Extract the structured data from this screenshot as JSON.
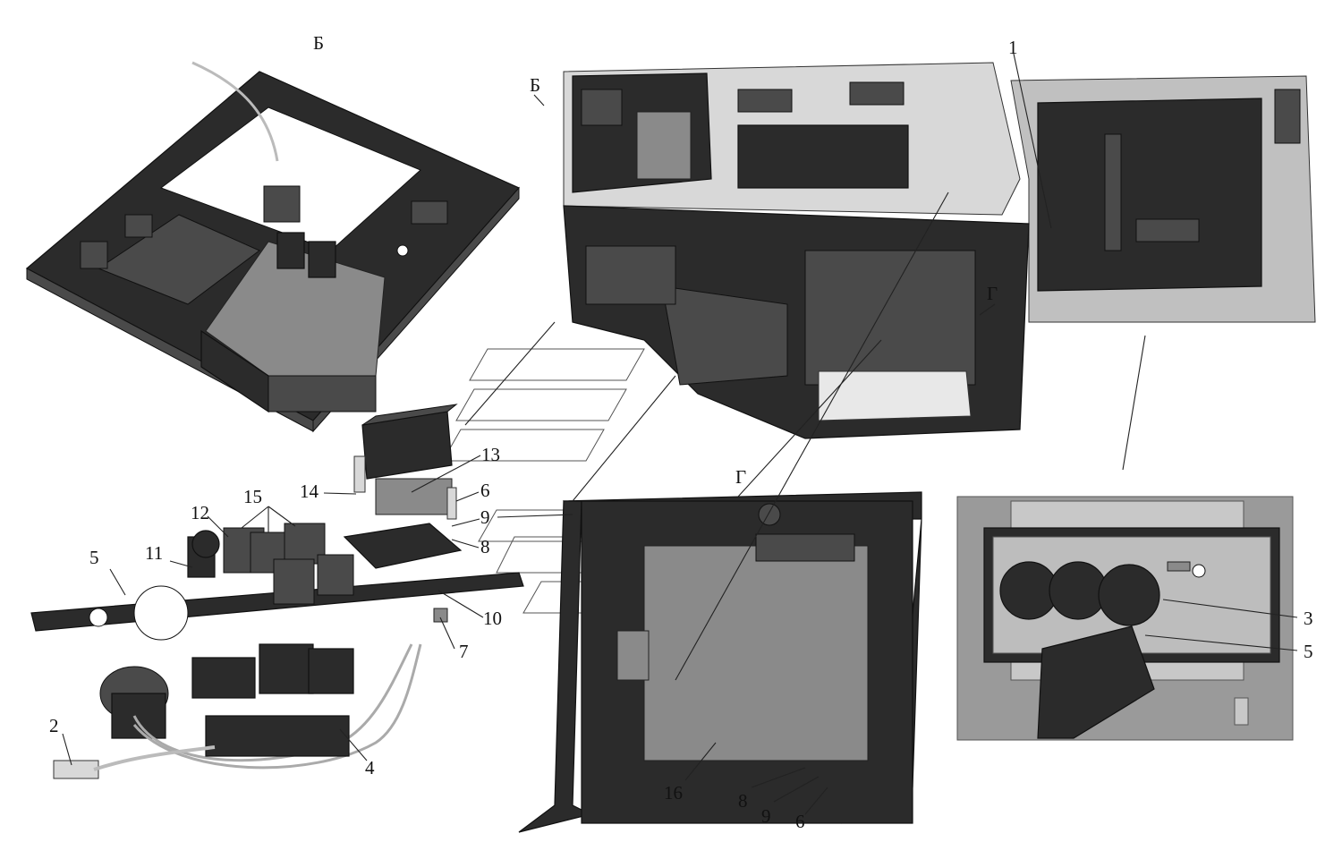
{
  "view_labels": {
    "b_top": "Б",
    "b_cab": "Б",
    "g_cab": "Г",
    "g_bracket": "Г"
  },
  "callouts": {
    "n1": "1",
    "n2": "2",
    "n3": "3",
    "n4": "4",
    "n5_left": "5",
    "n5_right": "5",
    "n6_top": "6",
    "n6_bottom": "6",
    "n7": "7",
    "n8_top": "8",
    "n8_bottom": "8",
    "n9_top": "9",
    "n9_bottom": "9",
    "n10": "10",
    "n11": "11",
    "n12": "12",
    "n13": "13",
    "n14": "14",
    "n15": "15",
    "n16": "16"
  },
  "colors": {
    "part_dark": "#2b2b2b",
    "part_mid": "#4a4a4a",
    "inset_background": "#9a9a9a"
  }
}
